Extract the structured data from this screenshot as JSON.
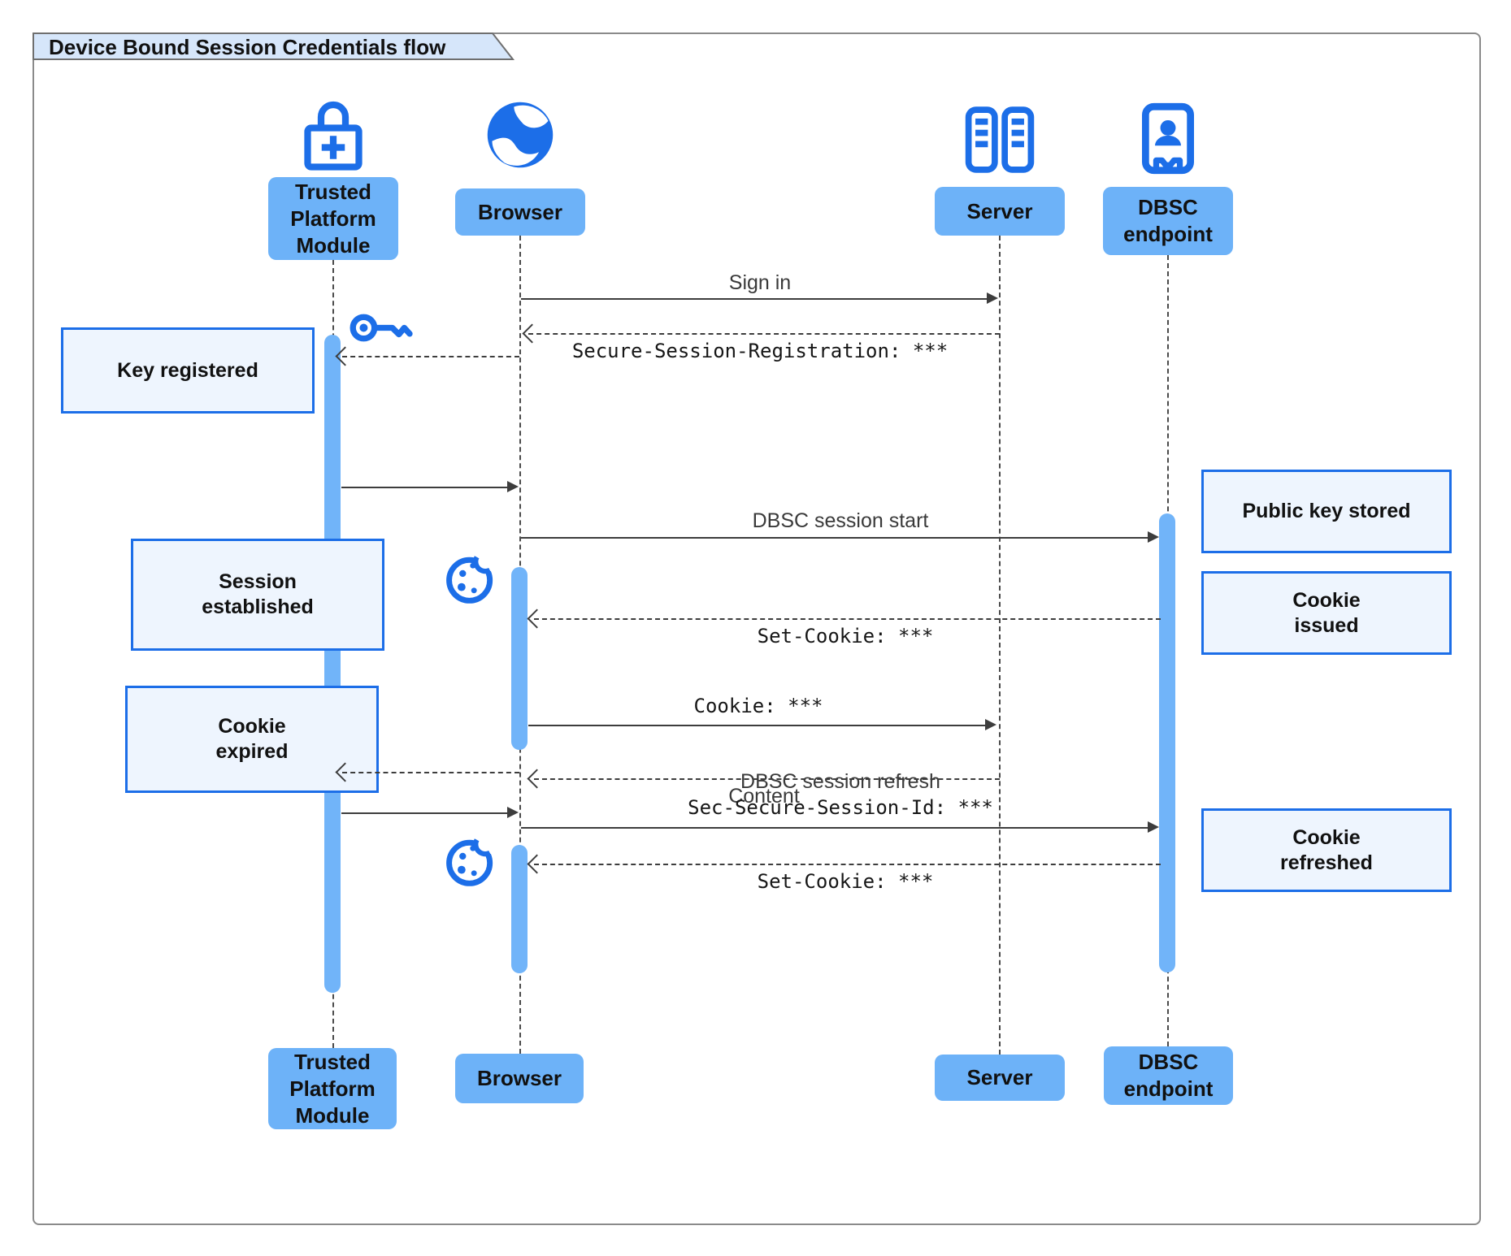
{
  "diagram": {
    "title": "Device Bound Session Credentials flow",
    "type": "sequence-diagram"
  },
  "colors": {
    "accent_blue": "#1c6ee8",
    "participant_fill": "#6db2f8",
    "activation_fill": "#71b4f9",
    "note_fill": "#eef5fe",
    "note_border": "#1c6ee8",
    "title_fill": "#d6e6fa",
    "frame_border": "#8a8a8a"
  },
  "participants": [
    {
      "id": "tpm",
      "label": "Trusted Platform Module",
      "icon": "lock-plus"
    },
    {
      "id": "browser",
      "label": "Browser",
      "icon": "globe"
    },
    {
      "id": "server",
      "label": "Server",
      "icon": "server-racks"
    },
    {
      "id": "dbsc",
      "label": "DBSC endpoint",
      "icon": "person-badge"
    }
  ],
  "messages": [
    {
      "label": "Sign in",
      "from": "browser",
      "to": "server",
      "style": "solid"
    },
    {
      "label": "Secure-Session-Registration: ***",
      "from": "server",
      "to": "browser",
      "style": "dashed",
      "font": "mono"
    },
    {
      "label": "",
      "from": "browser",
      "to": "tpm",
      "style": "dashed"
    },
    {
      "label": "",
      "from": "tpm",
      "to": "browser",
      "style": "solid"
    },
    {
      "label": "DBSC session start",
      "from": "browser",
      "to": "dbsc",
      "style": "solid"
    },
    {
      "label": "Set-Cookie: ***",
      "from": "dbsc",
      "to": "browser",
      "style": "dashed",
      "font": "mono"
    },
    {
      "label": "Cookie: ***",
      "from": "browser",
      "to": "server",
      "style": "solid",
      "font": "mono"
    },
    {
      "label": "Content",
      "from": "server",
      "to": "browser",
      "style": "dashed"
    },
    {
      "label": "",
      "from": "browser",
      "to": "tpm",
      "style": "dashed"
    },
    {
      "label": "",
      "from": "tpm",
      "to": "browser",
      "style": "solid"
    },
    {
      "label": "DBSC session refresh",
      "label2": "Sec-Secure-Session-Id: ***",
      "from": "browser",
      "to": "dbsc",
      "style": "solid"
    },
    {
      "label": "Set-Cookie: ***",
      "from": "dbsc",
      "to": "browser",
      "style": "dashed",
      "font": "mono"
    }
  ],
  "notes": [
    {
      "id": "key_registered",
      "text": "Key registered",
      "side": "left"
    },
    {
      "id": "session_established",
      "text": "Session established",
      "side": "left"
    },
    {
      "id": "cookie_expired",
      "text": "Cookie expired",
      "side": "left"
    },
    {
      "id": "public_key_stored",
      "text": "Public key stored",
      "side": "right"
    },
    {
      "id": "cookie_issued",
      "text": "Cookie issued",
      "side": "right"
    },
    {
      "id": "cookie_refreshed",
      "text": "Cookie refreshed",
      "side": "right"
    }
  ],
  "decorations": [
    {
      "icon": "key",
      "near": "tpm-activation-top"
    },
    {
      "icon": "cookie",
      "near": "browser-activation-1"
    },
    {
      "icon": "cookie",
      "near": "browser-activation-2"
    }
  ]
}
